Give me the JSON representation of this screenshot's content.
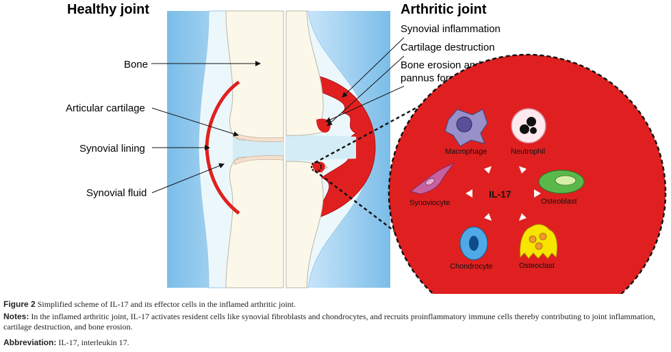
{
  "titles": {
    "healthy": "Healthy joint",
    "arthritic": "Arthritic joint"
  },
  "healthy_labels": {
    "bone": "Bone",
    "cartilage": "Articular cartilage",
    "lining": "Synovial lining",
    "fluid": "Synovial fluid"
  },
  "arthritic_labels": {
    "inflammation": "Synovial inflammation",
    "destruction": "Cartilage destruction",
    "erosion_line1": "Bone erosion and",
    "erosion_line2": "pannus formation"
  },
  "cells": {
    "center": "IL-17",
    "macrophage": "Macrophage",
    "neutrophil": "Neutrophil",
    "synoviocyte": "Synoviocyte",
    "osteoblast": "Osteoblast",
    "chondrocyte": "Chondrocyte",
    "osteoclast": "Osteoclast"
  },
  "caption": {
    "figure_label": "Figure 2",
    "figure_text": " Simplified scheme of IL-17 and its effector cells in the inflamed arthritic joint.",
    "notes_label": "Notes:",
    "notes_text": " In the inflamed arthritic joint, IL-17 activates resident cells like synovial fibroblasts and chondrocytes, and recruits proinflammatory immune cells thereby contributing to joint inflammation, cartilage destruction, and bone erosion.",
    "abbr_label": "Abbreviation:",
    "abbr_text": " IL-17, interleukin 17."
  },
  "colors": {
    "inflammation_red": "#e02020",
    "bone": "#fbf8ea",
    "fluid": "#d4ecf6",
    "background_blue": "#86c3ea"
  }
}
